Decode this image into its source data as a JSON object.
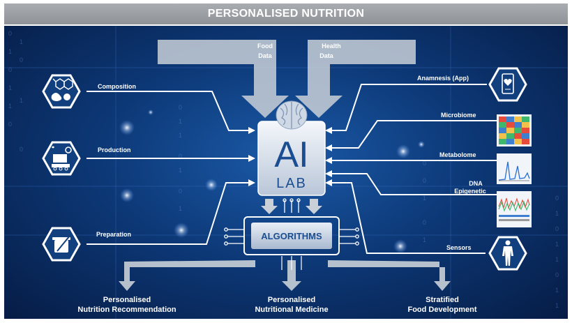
{
  "title": "PERSONALISED NUTRITION",
  "inputs": {
    "food": {
      "line1": "Food",
      "line2": "Data"
    },
    "health": {
      "line1": "Health",
      "line2": "Data"
    }
  },
  "center": {
    "ai": "AI",
    "lab": "LAB",
    "algorithms": "ALGORITHMS"
  },
  "left_sources": [
    "Composition",
    "Production",
    "Preparation"
  ],
  "right_sources": [
    {
      "line1": "Anamnesis (App)"
    },
    {
      "line1": "Microbiome"
    },
    {
      "line1": "Metabolome"
    },
    {
      "line1": "DNA",
      "line2": "Epigenetic"
    },
    {
      "line1": "Sensors"
    }
  ],
  "outputs": [
    {
      "line1": "Personalised",
      "line2": "Nutrition Recommendation"
    },
    {
      "line1": "Personalised",
      "line2": "Nutritional Medicine"
    },
    {
      "line1": "Stratified",
      "line2": "Food Development"
    }
  ],
  "colors": {
    "background": "#0d3978",
    "title_bar": "#9a9ea2",
    "line": "#ffffff",
    "arrow": "#c5cbd2"
  },
  "icons": [
    "molecule-icon",
    "factory-icon",
    "pot-icon",
    "phone-heart-icon",
    "heatmap-icon",
    "spectrum-icon",
    "dna-sequence-icon",
    "human-body-icon",
    "brain-icon",
    "chip-icon"
  ]
}
